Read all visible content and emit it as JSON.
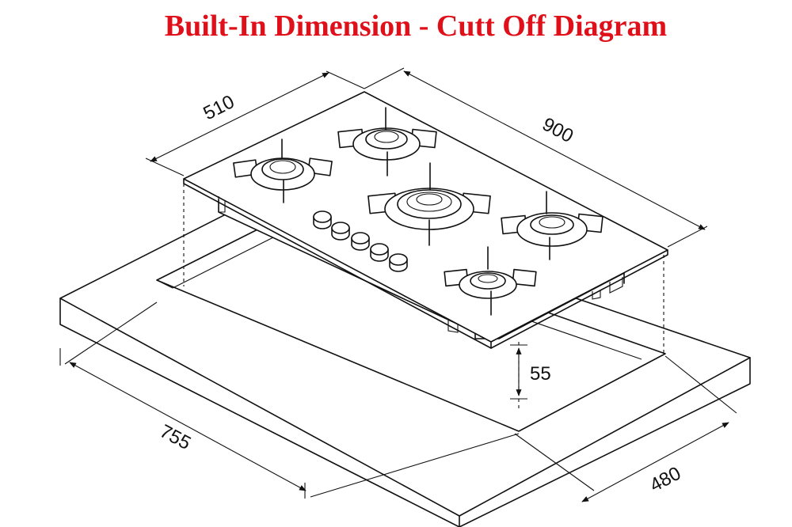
{
  "title": "Built-In Dimension - Cutt Off Diagram",
  "title_color": "#e0101a",
  "dimensions": {
    "depth": "510",
    "width": "900",
    "height": "55",
    "cutout_width": "755",
    "cutout_depth": "480"
  },
  "hob": {
    "burners": 5,
    "knobs": 5
  }
}
